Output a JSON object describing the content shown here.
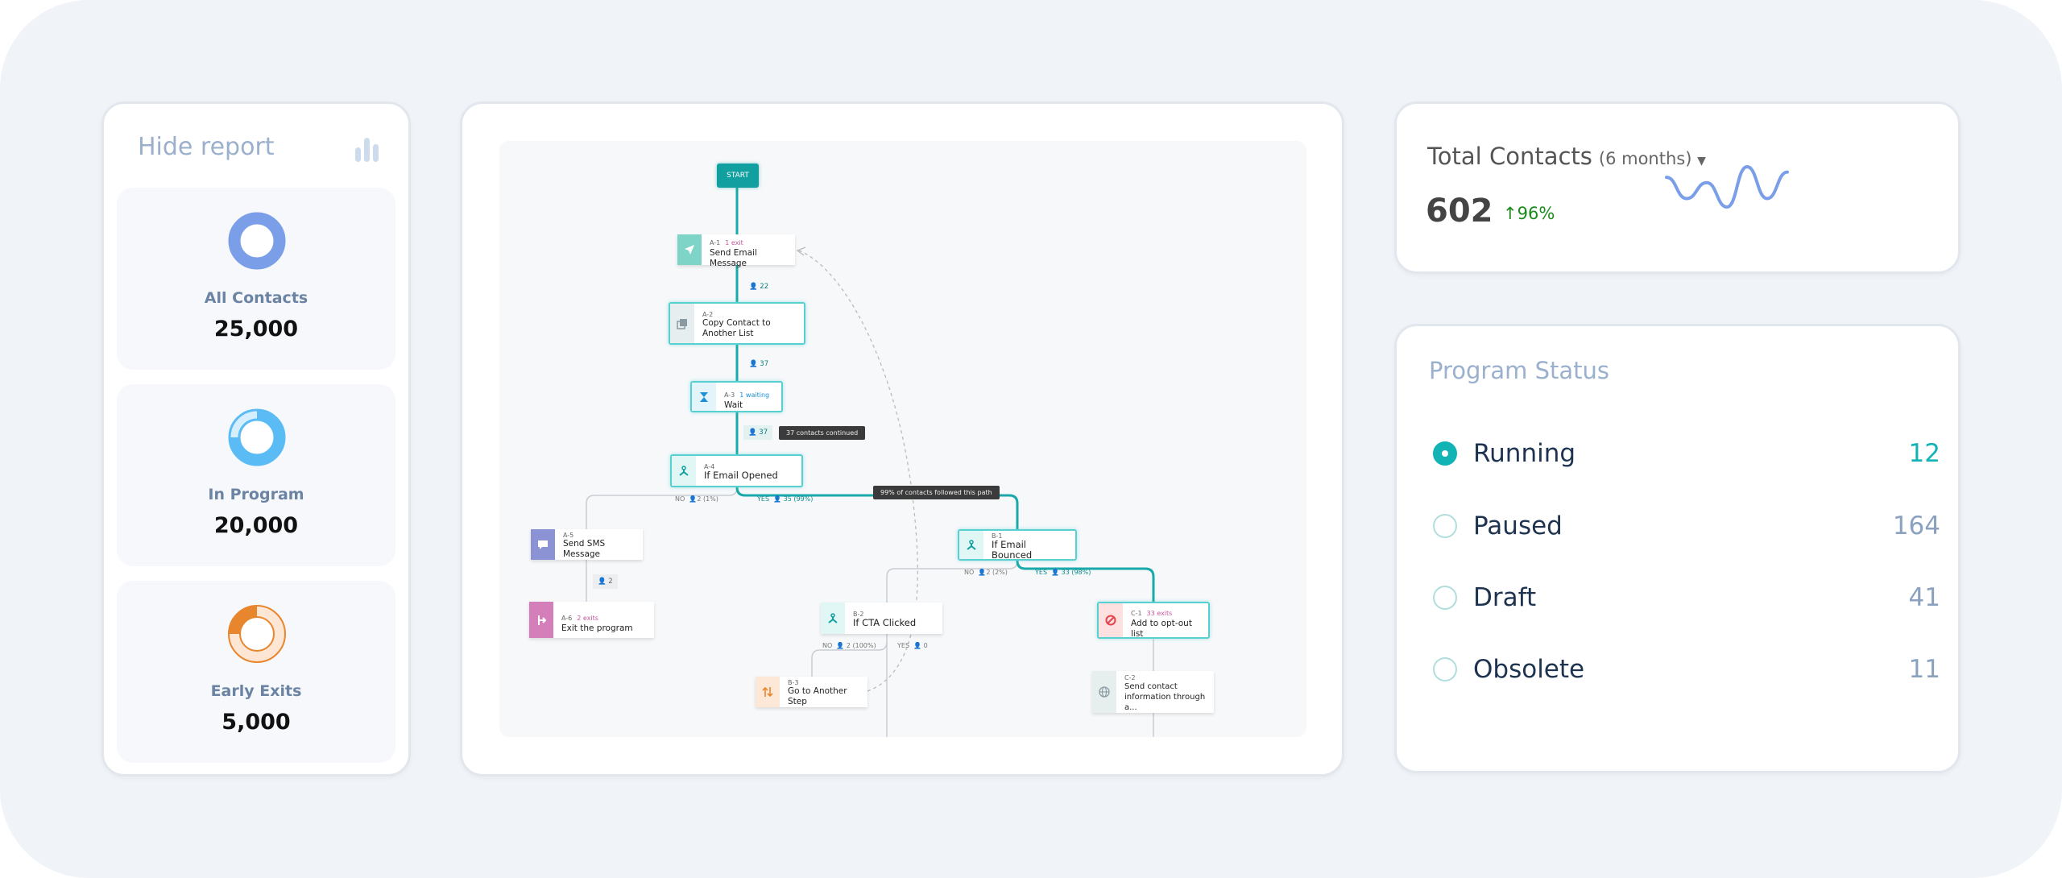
{
  "report": {
    "hide_label": "Hide report",
    "stats": [
      {
        "label": "All Contacts",
        "value": "25,000",
        "color": "#7a9fe8",
        "fraction": 1.0
      },
      {
        "label": "In Program",
        "value": "20,000",
        "color": "#5bbcf5",
        "fraction": 0.8
      },
      {
        "label": "Early Exits",
        "value": "5,000",
        "color": "#e8862e",
        "fraction": 0.2
      }
    ]
  },
  "flow": {
    "start": "START",
    "nodes": [
      {
        "id": "A-1",
        "title": "Send Email Message",
        "badge": "1 exit",
        "icon": "paper-plane"
      },
      {
        "id": "A-2",
        "title": "Copy Contact to Another List",
        "icon": "copy"
      },
      {
        "id": "A-3",
        "title": "Wait",
        "badge": "1 waiting",
        "icon": "hourglass"
      },
      {
        "id": "A-4",
        "title": "If Email Opened",
        "icon": "branch"
      },
      {
        "id": "A-5",
        "title": "Send SMS Message",
        "icon": "chat"
      },
      {
        "id": "A-6",
        "title": "Exit the program",
        "badge": "2 exits",
        "icon": "exit"
      },
      {
        "id": "B-1",
        "title": "If Email Bounced",
        "icon": "branch"
      },
      {
        "id": "B-2",
        "title": "If CTA Clicked",
        "icon": "branch"
      },
      {
        "id": "B-3",
        "title": "Go to Another Step",
        "icon": "goto"
      },
      {
        "id": "C-1",
        "title": "Add to opt-out list",
        "badge": "33 exits",
        "icon": "ban"
      },
      {
        "id": "C-2",
        "title": "Send contact information through a...",
        "icon": "globe"
      }
    ],
    "counts": {
      "a1_a2": "22",
      "a2_a3": "37",
      "a3_a4": "37",
      "a5_a6": "2"
    },
    "branches": {
      "a4_no": "NO",
      "a4_no_count": "2 (1%)",
      "a4_yes": "YES",
      "a4_yes_count": "35 (99%)",
      "b1_no": "NO",
      "b1_no_count": "2 (2%)",
      "b1_yes": "YES",
      "b1_yes_count": "33 (98%)",
      "b2_no": "NO",
      "b2_no_count": "2 (100%)",
      "b2_yes": "YES",
      "b2_yes_count": "0"
    },
    "tooltips": {
      "continued": "37 contacts continued",
      "path": "99% of contacts followed this path"
    }
  },
  "total_contacts": {
    "title": "Total Contacts",
    "period": "(6 months)",
    "value": "602",
    "delta": "96%",
    "delta_direction": "up",
    "sparkline": [
      3,
      1,
      2.5,
      0.2,
      4,
      1,
      3.5
    ],
    "line_color": "#7a9fe8"
  },
  "program_status": {
    "title": "Program Status",
    "items": [
      {
        "label": "Running",
        "count": "12",
        "selected": true
      },
      {
        "label": "Paused",
        "count": "164",
        "selected": false
      },
      {
        "label": "Draft",
        "count": "41",
        "selected": false
      },
      {
        "label": "Obsolete",
        "count": "11",
        "selected": false
      }
    ],
    "accent": "#11b3b4"
  }
}
